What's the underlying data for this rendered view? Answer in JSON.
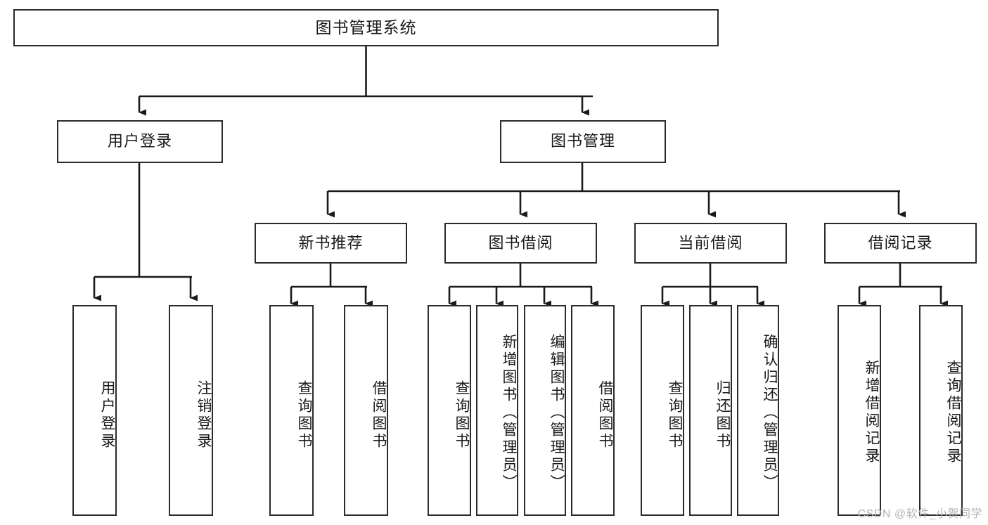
{
  "diagram": {
    "title": "图书管理系统",
    "type": "tree-hierarchy-chart",
    "orientation": "top-down",
    "colors": {
      "box_border": "#2b2b2b",
      "box_fill": "#ffffff",
      "edge": "#1a1a1a",
      "text": "#1a1a1a",
      "watermark": "#b4b4b4",
      "background": "#ffffff"
    }
  },
  "nodes": {
    "root": {
      "label": "图书管理系统"
    },
    "level2": [
      {
        "id": "user-login",
        "label": "用户登录"
      },
      {
        "id": "book-manage",
        "label": "图书管理"
      }
    ],
    "level3": [
      {
        "id": "new-book-recommend",
        "label": "新书推荐"
      },
      {
        "id": "book-borrow",
        "label": "图书借阅"
      },
      {
        "id": "current-borrow",
        "label": "当前借阅"
      },
      {
        "id": "borrow-record",
        "label": "借阅记录"
      }
    ],
    "leaves": {
      "user_login": [
        {
          "id": "leaf-user-login",
          "label": "用户登录"
        },
        {
          "id": "leaf-logout-login",
          "label": "注销登录"
        }
      ],
      "new_book_recommend": [
        {
          "id": "leaf-query-book-1",
          "label": "查询图书"
        },
        {
          "id": "leaf-borrow-book-1",
          "label": "借阅图书"
        }
      ],
      "book_borrow": [
        {
          "id": "leaf-query-book-2",
          "label": "查询图书"
        },
        {
          "id": "leaf-add-book",
          "label": "新增图书（管理员）"
        },
        {
          "id": "leaf-edit-book",
          "label": "编辑图书（管理员）"
        },
        {
          "id": "leaf-borrow-book-2",
          "label": "借阅图书"
        }
      ],
      "current_borrow": [
        {
          "id": "leaf-query-book-3",
          "label": "查询图书"
        },
        {
          "id": "leaf-return-book",
          "label": "归还图书"
        },
        {
          "id": "leaf-confirm-return",
          "label": "确认归还（管理员）"
        }
      ],
      "borrow_record": [
        {
          "id": "leaf-add-record",
          "label": "新增借阅记录"
        },
        {
          "id": "leaf-query-record",
          "label": "查询借阅记录"
        }
      ]
    }
  },
  "watermark": {
    "text": "CSDN @软件_小贺同学"
  }
}
